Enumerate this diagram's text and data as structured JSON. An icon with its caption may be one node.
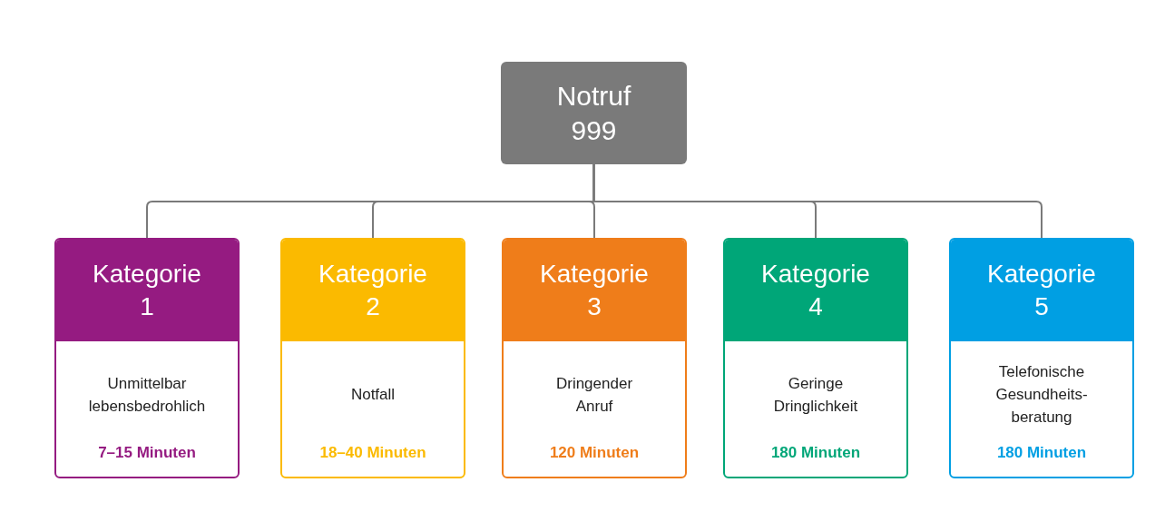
{
  "diagram": {
    "nodes": [
      {
        "text": [
          "Notruf 999"
        ]
      },
      {
        "text": [
          "Kategorie 1",
          "Unmittelbar lebensbedrohlich",
          "7–15 Minuten"
        ]
      },
      {
        "text": [
          "Kategorie 2",
          "Notfall",
          "18–40 Minuten"
        ]
      },
      {
        "text": [
          "Kategorie 3",
          "Dringender Anruf",
          "120 Minuten"
        ]
      },
      {
        "text": [
          "Kategorie 4",
          "Geringe Dringlichkeit",
          "180 Minuten"
        ]
      },
      {
        "text": [
          "Kategorie 5",
          "Telefonische Gesundheits-beratung",
          "180 Minuten"
        ]
      }
    ],
    "edges": [
      {
        "from": 0,
        "to": 1,
        "arrow": "none"
      },
      {
        "from": 0,
        "to": 2,
        "arrow": "none"
      },
      {
        "from": 0,
        "to": 3,
        "arrow": "none"
      },
      {
        "from": 0,
        "to": 4,
        "arrow": "none"
      },
      {
        "from": 0,
        "to": 5,
        "arrow": "none"
      }
    ]
  }
}
